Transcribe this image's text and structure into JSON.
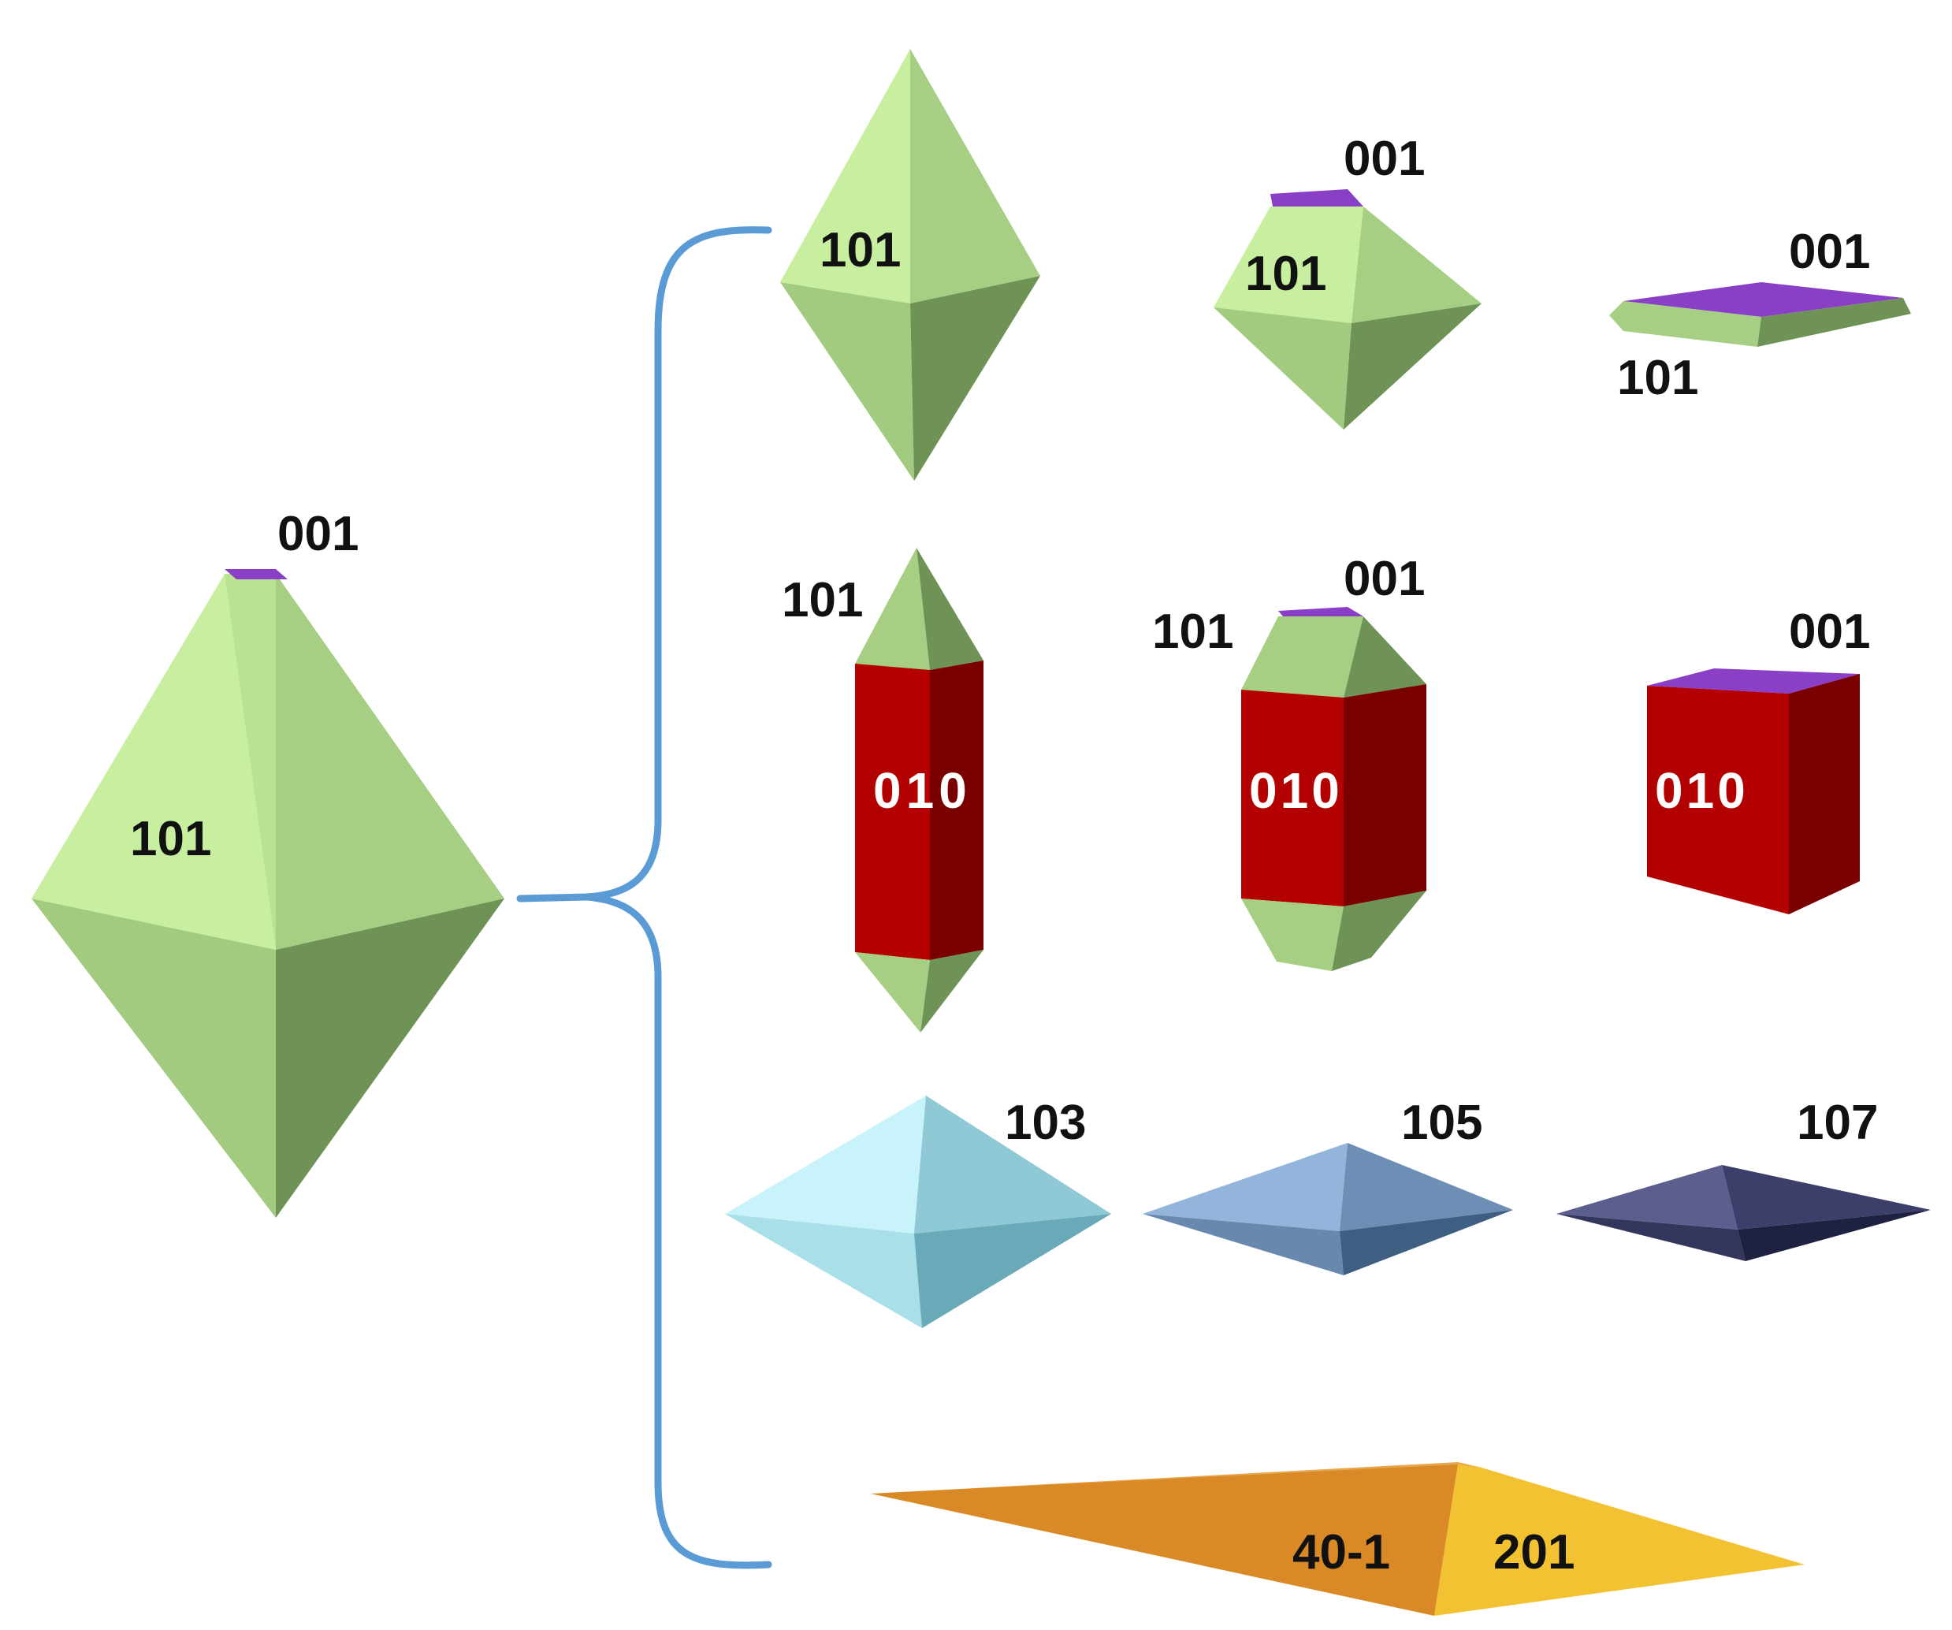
{
  "colors": {
    "bracket": "#5b9bd5",
    "face_101_light": "#c8eea0",
    "face_101_mid": "#a6cf83",
    "face_101_dark": "#6f9356",
    "face_001": "#8a3fc7",
    "face_010_front": "#b30000",
    "face_010_side": "#7a0000",
    "face_103": "#a8dfe8",
    "face_105": "#6e8fb5",
    "face_107": "#3d3f6b",
    "face_401": "#d98a26",
    "face_201": "#f2c232"
  },
  "parent": {
    "label_001": "001",
    "label_101": "101"
  },
  "row1": {
    "a": {
      "label_101": "101"
    },
    "b": {
      "label_001": "001",
      "label_101": "101"
    },
    "c": {
      "label_001": "001",
      "label_101": "101"
    }
  },
  "row2": {
    "a": {
      "label_101": "101",
      "label_010": "010"
    },
    "b": {
      "label_001": "001",
      "label_101": "101",
      "label_010": "010"
    },
    "c": {
      "label_001": "001",
      "label_010": "010"
    }
  },
  "row3": {
    "a_label": "103",
    "b_label": "105",
    "c_label": "107"
  },
  "row4": {
    "label_401": "40-1",
    "label_201": "201"
  }
}
